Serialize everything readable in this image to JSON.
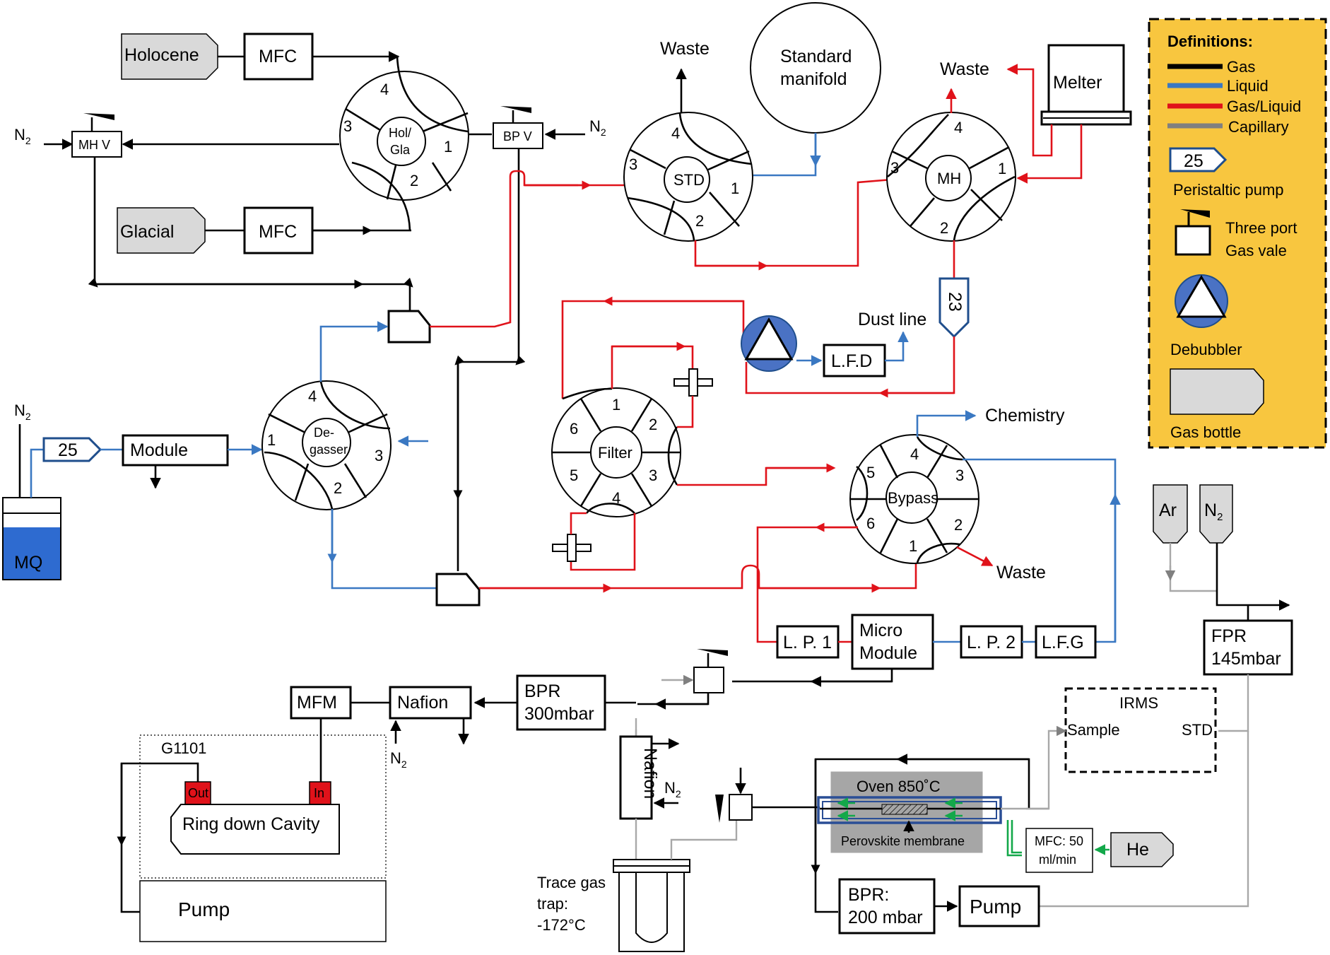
{
  "legend": {
    "title": "Definitions:",
    "items": [
      {
        "label": "Gas",
        "color": "#000000"
      },
      {
        "label": "Liquid",
        "color": "#3a78c2"
      },
      {
        "label": "Gas/Liquid",
        "color": "#e0121a"
      },
      {
        "label": "Capillary",
        "color": "#808080"
      }
    ],
    "pump_number": "25",
    "pump_label": "Peristaltic pump",
    "valve_label_1": "Three port",
    "valve_label_2": "Gas vale",
    "debubbler_label": "Debubbler",
    "bottle_label": "Gas bottle",
    "background": "#f8c63f"
  },
  "bottles": {
    "holocene": "Holocene",
    "glacial": "Glacial",
    "ar": "Ar",
    "n2": "N",
    "he": "He"
  },
  "boxes": {
    "mfc": "MFC",
    "mhv": "MH V",
    "bpv": "BP V",
    "module": "Module",
    "lfd": "L.F.D",
    "lp1": "L. P. 1",
    "micro_1": "Micro",
    "micro_2": "Module",
    "lp2": "L. P. 2",
    "lfg": "L.F.G",
    "fpr_1": "FPR",
    "fpr_2": "145mbar",
    "mfm": "MFM",
    "nafion": "Nafion",
    "bpr300_1": "BPR",
    "bpr300_2": "300mbar",
    "nafion_v": "Nafion",
    "bpr200_1": "BPR:",
    "bpr200_2": "200 mbar",
    "pump_small": "Pump",
    "pump_big": "Pump",
    "melter": "Melter",
    "standard_1": "Standard",
    "standard_2": "manifold",
    "mfc50_1": "MFC: 50",
    "mfc50_2": "ml/min"
  },
  "valves": {
    "holgla_1": "Hol/",
    "holgla_2": "Gla",
    "std": "STD",
    "mh": "MH",
    "degasser_1": "De-",
    "degasser_2": "gasser",
    "filter": "Filter",
    "bypass": "Bypass"
  },
  "ports": [
    "1",
    "2",
    "3",
    "4",
    "5",
    "6"
  ],
  "pumps": {
    "p25": "25",
    "p23": "23"
  },
  "labels": {
    "n2": "N",
    "sub2": "2",
    "waste": "Waste",
    "dust_line": "Dust line",
    "chemistry": "Chemistry",
    "mq": "MQ",
    "g1101": "G1101",
    "out": "Out",
    "in": "In",
    "ring_down": "Ring down Cavity",
    "trace_1": "Trace gas",
    "trace_2": "trap:",
    "trace_3": "-172°C",
    "irms": "IRMS",
    "sample": "Sample",
    "std_port": "STD",
    "oven": "Oven 850˚C",
    "perovskite": "Perovskite membrane"
  }
}
